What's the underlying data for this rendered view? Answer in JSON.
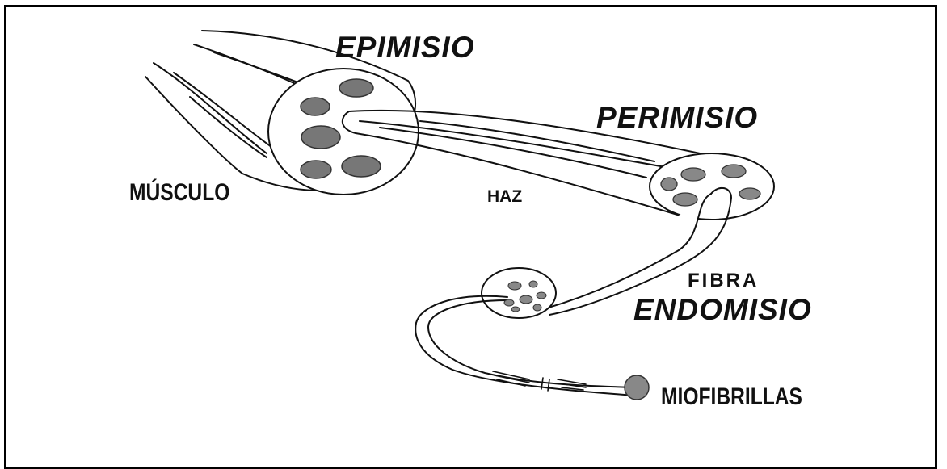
{
  "labels": {
    "epimisio": "EPIMISIO",
    "perimisio": "PERIMISIO",
    "musculo": "MÚSCULO",
    "haz": "HAZ",
    "fibra": "FIBRA",
    "endomisio": "ENDOMISIO",
    "miofibrillas": "MIOFIBRILLAS"
  },
  "colors": {
    "outline": "#111111",
    "bundle_fill": "#7a7a7a",
    "background": "#ffffff"
  }
}
